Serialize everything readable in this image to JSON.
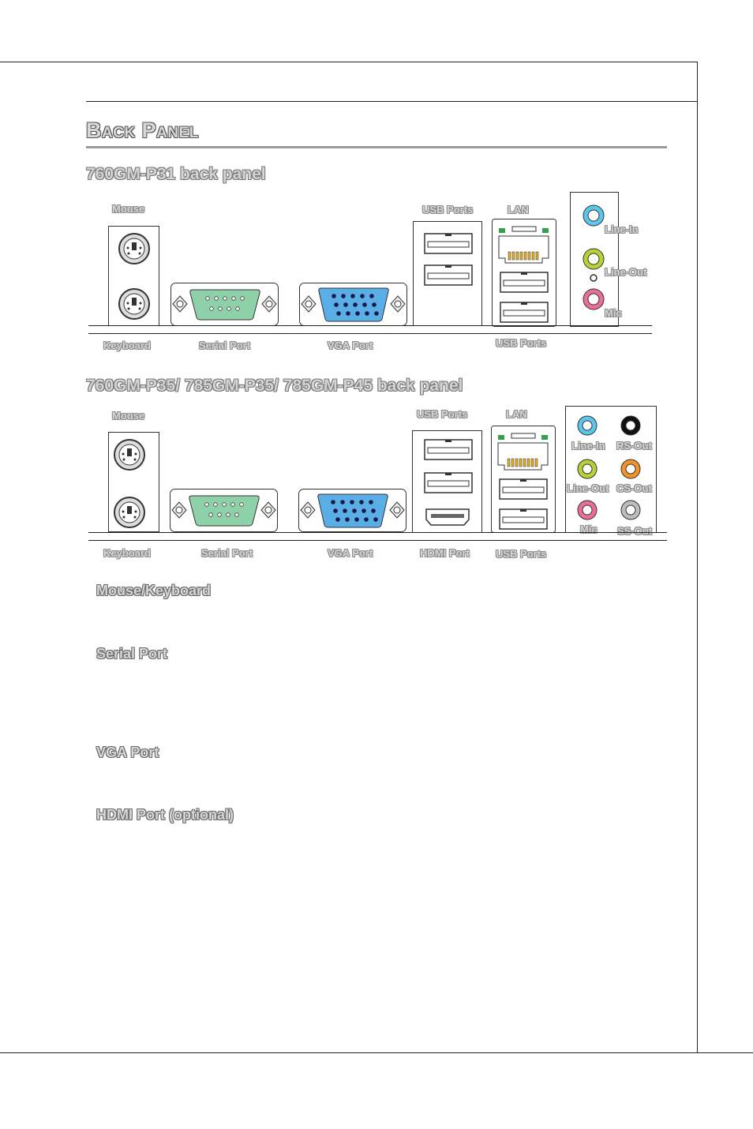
{
  "section_title": "Back Panel",
  "panel1": {
    "title": "760GM-P31 back panel",
    "labels": {
      "mouse": "Mouse",
      "keyboard": "Keyboard",
      "serial": "Serial Port",
      "vga": "VGA Port",
      "usb_top": "USB Ports",
      "usb_bottom": "USB Ports",
      "lan": "LAN",
      "line_in": "Line-In",
      "line_out": "Line-Out",
      "mic": "Mic"
    },
    "audio_colors": {
      "line_in": "#5bc6ec",
      "line_out": "#b5d334",
      "mic": "#ea6e95"
    }
  },
  "panel2": {
    "title": "760GM-P35/ 785GM-P35/ 785GM-P45 back panel",
    "labels": {
      "mouse": "Mouse",
      "keyboard": "Keyboard",
      "serial": "Serial Port",
      "vga": "VGA Port",
      "hdmi": "HDMI Port",
      "usb_top": "USB Ports",
      "usb_bottom": "USB Ports",
      "lan": "LAN",
      "line_in": "Line-In",
      "rs_out": "RS-Out",
      "line_out": "Line-Out",
      "cs_out": "CS-Out",
      "mic": "Mic",
      "ss_out": "SS-Out"
    },
    "audio_colors": {
      "line_in": "#5bc6ec",
      "rs_out": "#111111",
      "line_out": "#b5d334",
      "cs_out": "#f2922b",
      "mic": "#ea6e95",
      "ss_out": "#bdbdbd"
    }
  },
  "paragraphs": [
    {
      "heading": "Mouse/Keyboard"
    },
    {
      "heading": "Serial Port"
    },
    {
      "heading": "VGA Port"
    },
    {
      "heading": "HDMI Port (optional)"
    }
  ],
  "icons": [
    "ps2-port-icon",
    "serial-port-icon",
    "vga-port-icon",
    "usb-port-icon",
    "lan-port-icon",
    "hdmi-port-icon",
    "audio-jack-icon"
  ]
}
